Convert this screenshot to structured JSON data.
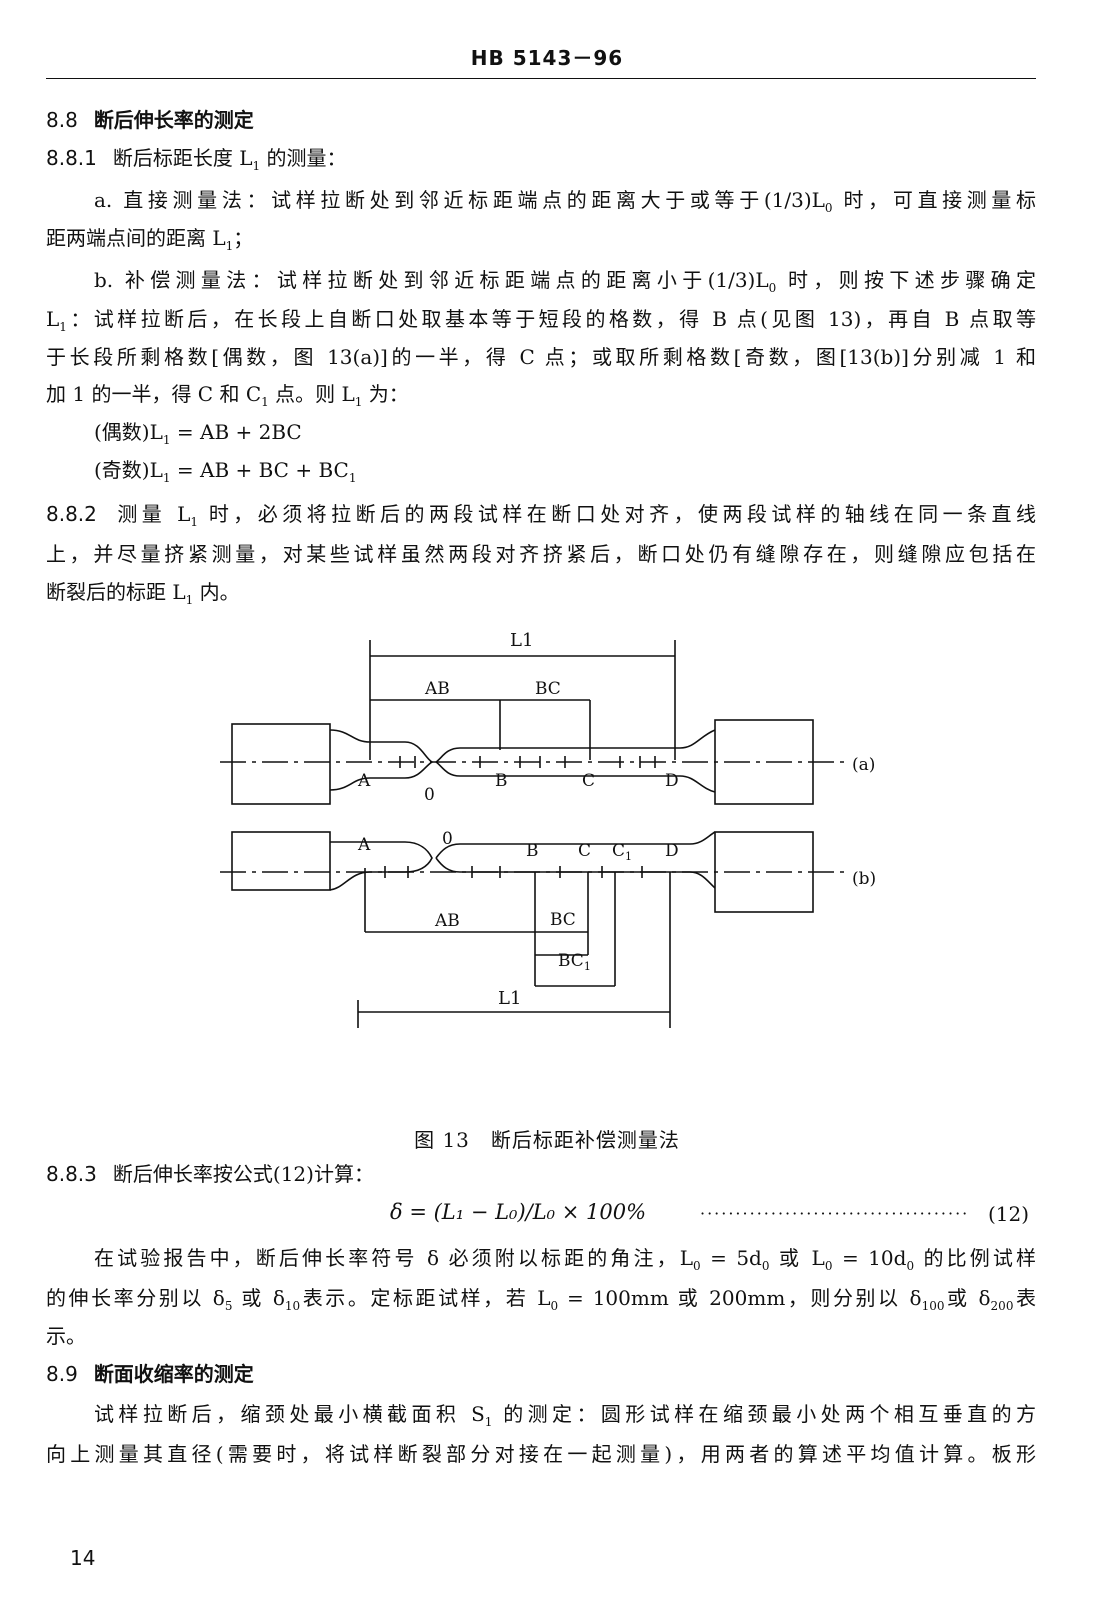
{
  "header": {
    "title": "HB 5143－96"
  },
  "s88": {
    "num": "8.8",
    "title": "断后伸长率的测定"
  },
  "s881": {
    "num": "8.8.1",
    "text": "断后标距长度 L",
    "sub": "1",
    "tail": " 的测量："
  },
  "pa": {
    "l1a": "a. 直接测量法：试样拉断处到邻近标距端点的距离大于或等于(1/3)L",
    "l1s": "0",
    "l1b": " 时，可直接测量标",
    "l2a": "距两端点间的距离 L",
    "l2s": "1",
    "l2b": "；"
  },
  "pb": {
    "l1a": "b. 补偿测量法：试样拉断处到邻近标距端点的距离小于(1/3)L",
    "l1s": "0",
    "l1b": " 时，则按下述步骤确定",
    "l2a": "L",
    "l2s": "1",
    "l2b": "：试样拉断后，在长段上自断口处取基本等于短段的格数，得 B 点(见图 13)，再自 B 点取等",
    "l3": "于长段所剩格数[偶数，图 13(a)]的一半，得 C 点；或取所剩格数[奇数，图[13(b)]分别减 1 和",
    "l4a": "加 1 的一半，得 C 和 C",
    "l4s": "1",
    "l4b": " 点。则 L",
    "l4s2": "1",
    "l4c": " 为：",
    "f1a": "(偶数)L",
    "f1s": "1",
    "f1b": " = AB + 2BC",
    "f2a": "(奇数)L",
    "f2s": "1",
    "f2b": " = AB + BC + BC",
    "f2s2": "1"
  },
  "s882": {
    "num": "8.8.2",
    "l1a": "测量 L",
    "l1s": "1",
    "l1b": " 时，必须将拉断后的两段试样在断口处对齐，使两段试样的轴线在同一条直线",
    "l2": "上，并尽量挤紧测量，对某些试样虽然两段对齐挤紧后，断口处仍有缝隙存在，则缝隙应包括在",
    "l3a": "断裂后的标距 L",
    "l3s": "1",
    "l3b": " 内。"
  },
  "figure": {
    "a": {
      "L1": "L1",
      "AB": "AB",
      "BC": "BC",
      "pA": "A",
      "p0": "0",
      "pB": "B",
      "pC": "C",
      "pD": "D",
      "tag": "(a)"
    },
    "b": {
      "pA": "A",
      "p0": "0",
      "pB": "B",
      "pC": "C",
      "pC1": "C",
      "pC1s": "1",
      "pD": "D",
      "tag": "(b)",
      "AB": "AB",
      "BC": "BC",
      "BC1": "BC",
      "BC1s": "1",
      "L1": "L1"
    },
    "caption": "图 13　断后标距补偿测量法"
  },
  "s883": {
    "num": "8.8.3",
    "text": "断后伸长率按公式(12)计算："
  },
  "formula": {
    "expr": "δ = (L₁ − L₀)/L₀ × 100%",
    "dots": "·····································································",
    "no": "(12)"
  },
  "p883": {
    "l1a": "在试验报告中，断后伸长率符号 δ 必须附以标距的角注，L",
    "l1s": "0",
    "l1b": " = 5d",
    "l1s2": "0",
    "l1c": " 或 L",
    "l1s3": "0",
    "l1d": " = 10d",
    "l1s4": "0",
    "l1e": " 的比例试样",
    "l2a": "的伸长率分别以 δ",
    "l2s": "5",
    "l2b": " 或 δ",
    "l2s2": "10",
    "l2c": "表示。定标距试样，若 L",
    "l2s3": "0",
    "l2d": " = 100mm 或 200mm，则分别以 δ",
    "l2s4": "100",
    "l2e": "或 δ",
    "l2s5": "200",
    "l2f": "表",
    "l3": "示。"
  },
  "s89": {
    "num": "8.9",
    "title": "断面收缩率的测定"
  },
  "p89": {
    "l1a": "试样拉断后，缩颈处最小横截面积 S",
    "l1s": "1",
    "l1b": " 的测定：圆形试样在缩颈最小处两个相互垂直的方",
    "l2": "向上测量其直径(需要时，将试样断裂部分对接在一起测量)，用两者的算述平均值计算。板形"
  },
  "page_number": "14"
}
